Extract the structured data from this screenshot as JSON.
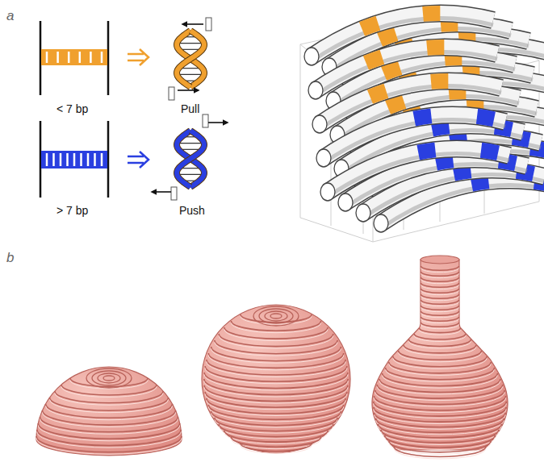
{
  "diagram": {
    "labels": [
      "a",
      "< 7 bp",
      "Pull",
      "> 7 bp",
      "Push",
      "b"
    ]
  }
}
